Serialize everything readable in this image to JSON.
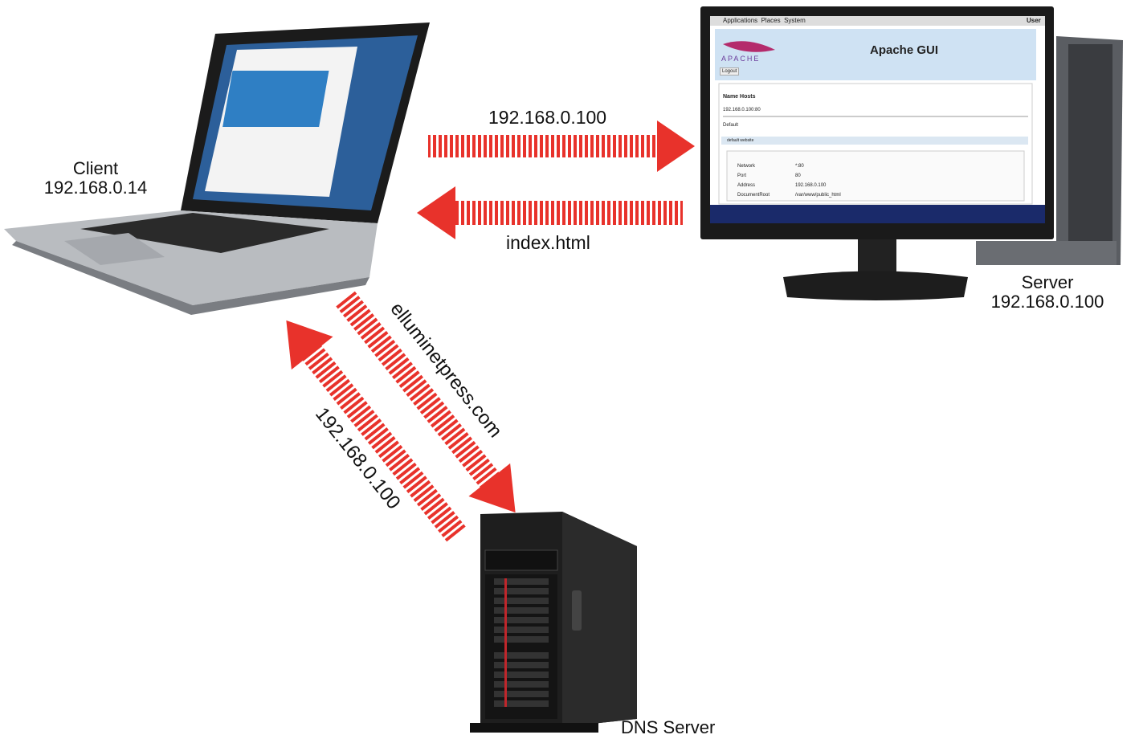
{
  "client": {
    "name": "Client",
    "ip": "192.168.0.14"
  },
  "server": {
    "name": "Server",
    "ip": "192.168.0.100"
  },
  "dns": {
    "name": "DNS Server"
  },
  "arrows": {
    "request_ip": "192.168.0.100",
    "response": "index.html",
    "dns_query": "elluminetpress.com",
    "dns_reply": "192.168.0.100"
  },
  "monitor_screen": {
    "menu": [
      "Applications",
      "Places",
      "System"
    ],
    "user": "User",
    "logo": "APACHE",
    "title": "Apache GUI",
    "logout": "Logout",
    "section": "Name Hosts",
    "host": "192.168.0.100:80",
    "default": "Default",
    "group": "default website",
    "rows": [
      [
        "Network",
        "*:80"
      ],
      [
        "Port",
        "80"
      ],
      [
        "Address",
        "192.168.0.100"
      ],
      [
        "DocumentRoot",
        "/var/www/public_html"
      ]
    ]
  },
  "colors": {
    "arrow": "#e8322b"
  }
}
